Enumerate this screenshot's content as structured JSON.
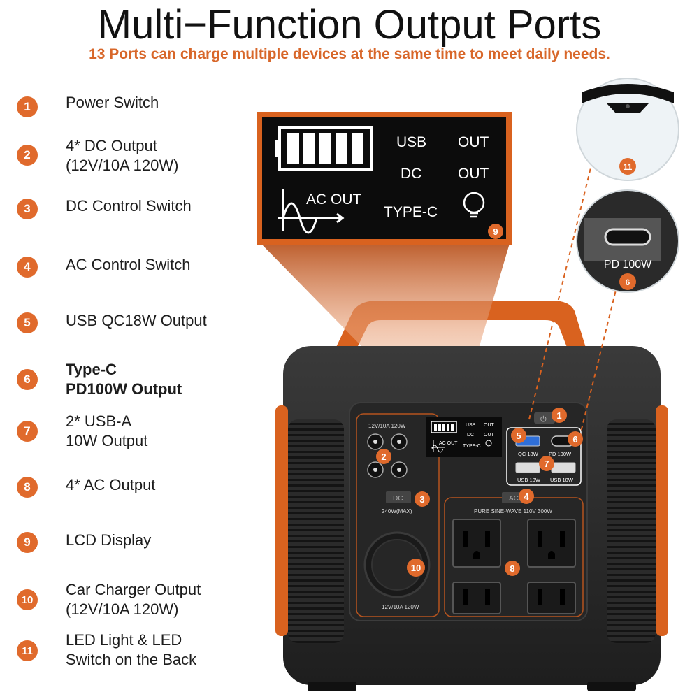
{
  "header": {
    "title": "Multi−Function Output Ports",
    "subtitle": "13 Ports can charge multiple devices at the same time to meet daily needs."
  },
  "features": [
    {
      "num": "1",
      "label": "Power Switch",
      "bold": false
    },
    {
      "num": "2",
      "label": "4* DC Output\n(12V/10A 120W)",
      "bold": false
    },
    {
      "num": "3",
      "label": "DC Control Switch",
      "bold": false
    },
    {
      "num": "4",
      "label": "AC Control Switch",
      "bold": false
    },
    {
      "num": "5",
      "label": "USB QC18W Output",
      "bold": false
    },
    {
      "num": "6",
      "label": "Type-C\nPD100W Output",
      "bold": true
    },
    {
      "num": "7",
      "label": "2* USB-A\n10W Output",
      "bold": false
    },
    {
      "num": "8",
      "label": "4* AC Output",
      "bold": false
    },
    {
      "num": "9",
      "label": "LCD Display",
      "bold": false
    },
    {
      "num": "10",
      "label": "Car Charger Output\n(12V/10A 120W)",
      "bold": false
    },
    {
      "num": "11",
      "label": "LED Light & LED\nSwitch on the Back",
      "bold": false
    }
  ],
  "lcd_zoom": {
    "usb": "USB",
    "out1": "OUT",
    "dc": "DC",
    "out2": "OUT",
    "ac_out": "AC OUT",
    "type_c": "TYPE-C",
    "badge": "9"
  },
  "callout_pd": {
    "label": "PD 100W",
    "badge": "6"
  },
  "callout_led": {
    "badge": "11"
  },
  "panel": {
    "dc_spec_top": "12V/10A 120W",
    "dc_button": "DC",
    "dc_max": "240W(MAX)",
    "car_spec": "12V/10A 120W",
    "ac_button": "AC",
    "ac_spec": "PURE SINE-WAVE 110V 300W",
    "qc_label": "QC 18W",
    "pd_label": "PD 100W",
    "usb1_label": "USB 10W",
    "usb2_label": "USB 10W",
    "mini_usb": "USB",
    "mini_out1": "OUT",
    "mini_dc": "DC",
    "mini_out2": "OUT",
    "mini_ac": "AC OUT",
    "mini_typec": "TYPE-C",
    "badges": [
      "1",
      "2",
      "3",
      "4",
      "5",
      "6",
      "7",
      "8",
      "10"
    ]
  },
  "colors": {
    "accent": "#e06a2c",
    "body": "#2a2a2a",
    "dark": "#1c1c1c"
  }
}
